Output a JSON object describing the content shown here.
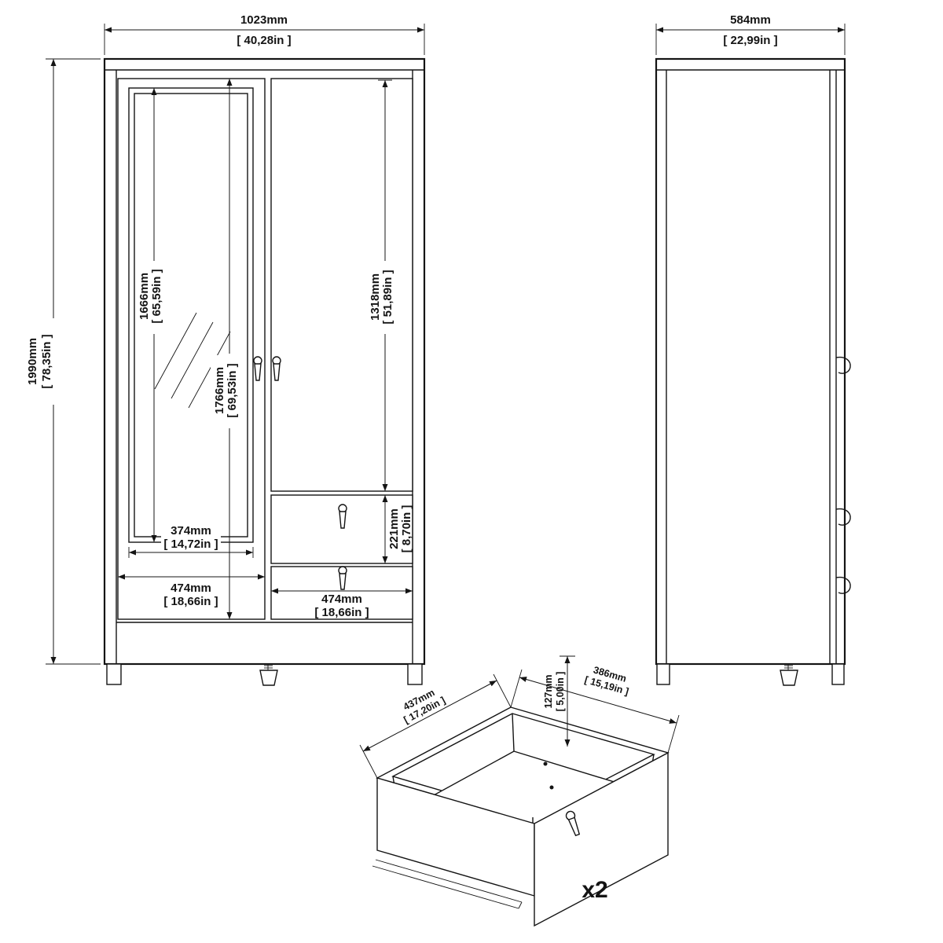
{
  "diagram": {
    "front_view": {
      "overall_width_mm": "1023mm",
      "overall_width_in": "[ 40,28in ]",
      "overall_height_mm": "1990mm",
      "overall_height_in": "[ 78,35in ]",
      "mirror_height_mm": "1666mm",
      "mirror_height_in": "[ 65,59in ]",
      "door_height_mm": "1766mm",
      "door_height_in": "[ 69,53in ]",
      "right_door_height_mm": "1318mm",
      "right_door_height_in": "[ 51,89in ]",
      "drawer_height_mm": "221mm",
      "drawer_height_in": "[ 8,70in ]",
      "mirror_width_mm": "374mm",
      "mirror_width_in": "[ 14,72in ]",
      "door_width_mm": "474mm",
      "door_width_in": "[ 18,66in ]",
      "drawer_width_mm": "474mm",
      "drawer_width_in": "[ 18,66in ]"
    },
    "side_view": {
      "depth_mm": "584mm",
      "depth_in": "[ 22,99in ]"
    },
    "drawer_detail": {
      "width_mm": "437mm",
      "width_in": "[ 17,20in ]",
      "depth_mm": "386mm",
      "depth_in": "[ 15,19in ]",
      "height_mm": "127mm",
      "height_in": "[ 5,00in ]",
      "quantity": "x2"
    }
  }
}
